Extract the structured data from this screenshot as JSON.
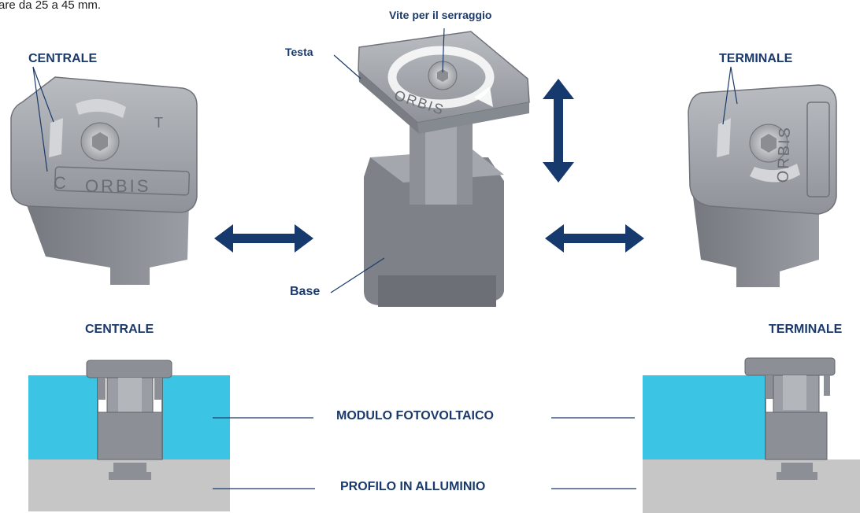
{
  "intro_text": "are da 25 a 45 mm.",
  "labels": {
    "vite": "Vite per il serraggio",
    "testa": "Testa",
    "base": "Base",
    "centrale_top": "CENTRALE",
    "terminale_top": "TERMINALE",
    "centrale_bottom": "CENTRALE",
    "terminale_bottom": "TERMINALE",
    "modulo": "MODULO FOTOVOLTAICO",
    "profilo": "PROFILO IN ALLUMINIO"
  },
  "brand_text": "ORBIS",
  "head_marks": {
    "center": "C",
    "terminal": "T"
  },
  "colors": {
    "label_navy": "#1b3a6b",
    "arrow_navy": "#173a6e",
    "panel_cyan": "#3cc4e4",
    "aluminium_grey": "#c6c6c6",
    "clamp_grey": "#8c9096"
  }
}
